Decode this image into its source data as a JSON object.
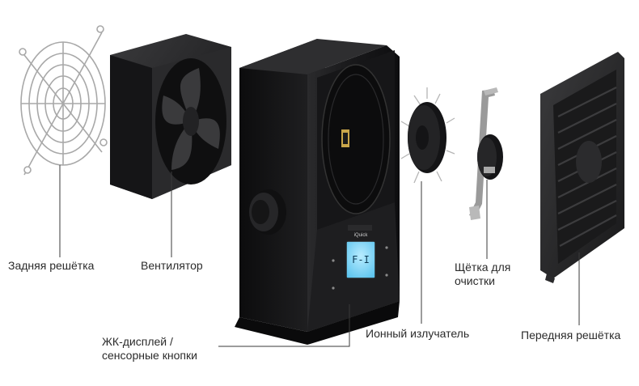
{
  "labels": {
    "back_grill": "Задняя решётка",
    "fan": "Вентилятор",
    "display_line1": "ЖК-дисплей /",
    "display_line2": "сенсорные кнопки",
    "ion_emitter": "Ионный излучатель",
    "brush_line1": "Щётка для",
    "brush_line2": "очистки",
    "front_grill": "Передняя решётка"
  },
  "device": {
    "brand_badge": "iQuick",
    "screen_text": "F-I"
  },
  "colors": {
    "body": "#1c1c1e",
    "metal": "#9a9a9a",
    "screen": "#7fd3f5",
    "leader": "#3a3a3a"
  }
}
